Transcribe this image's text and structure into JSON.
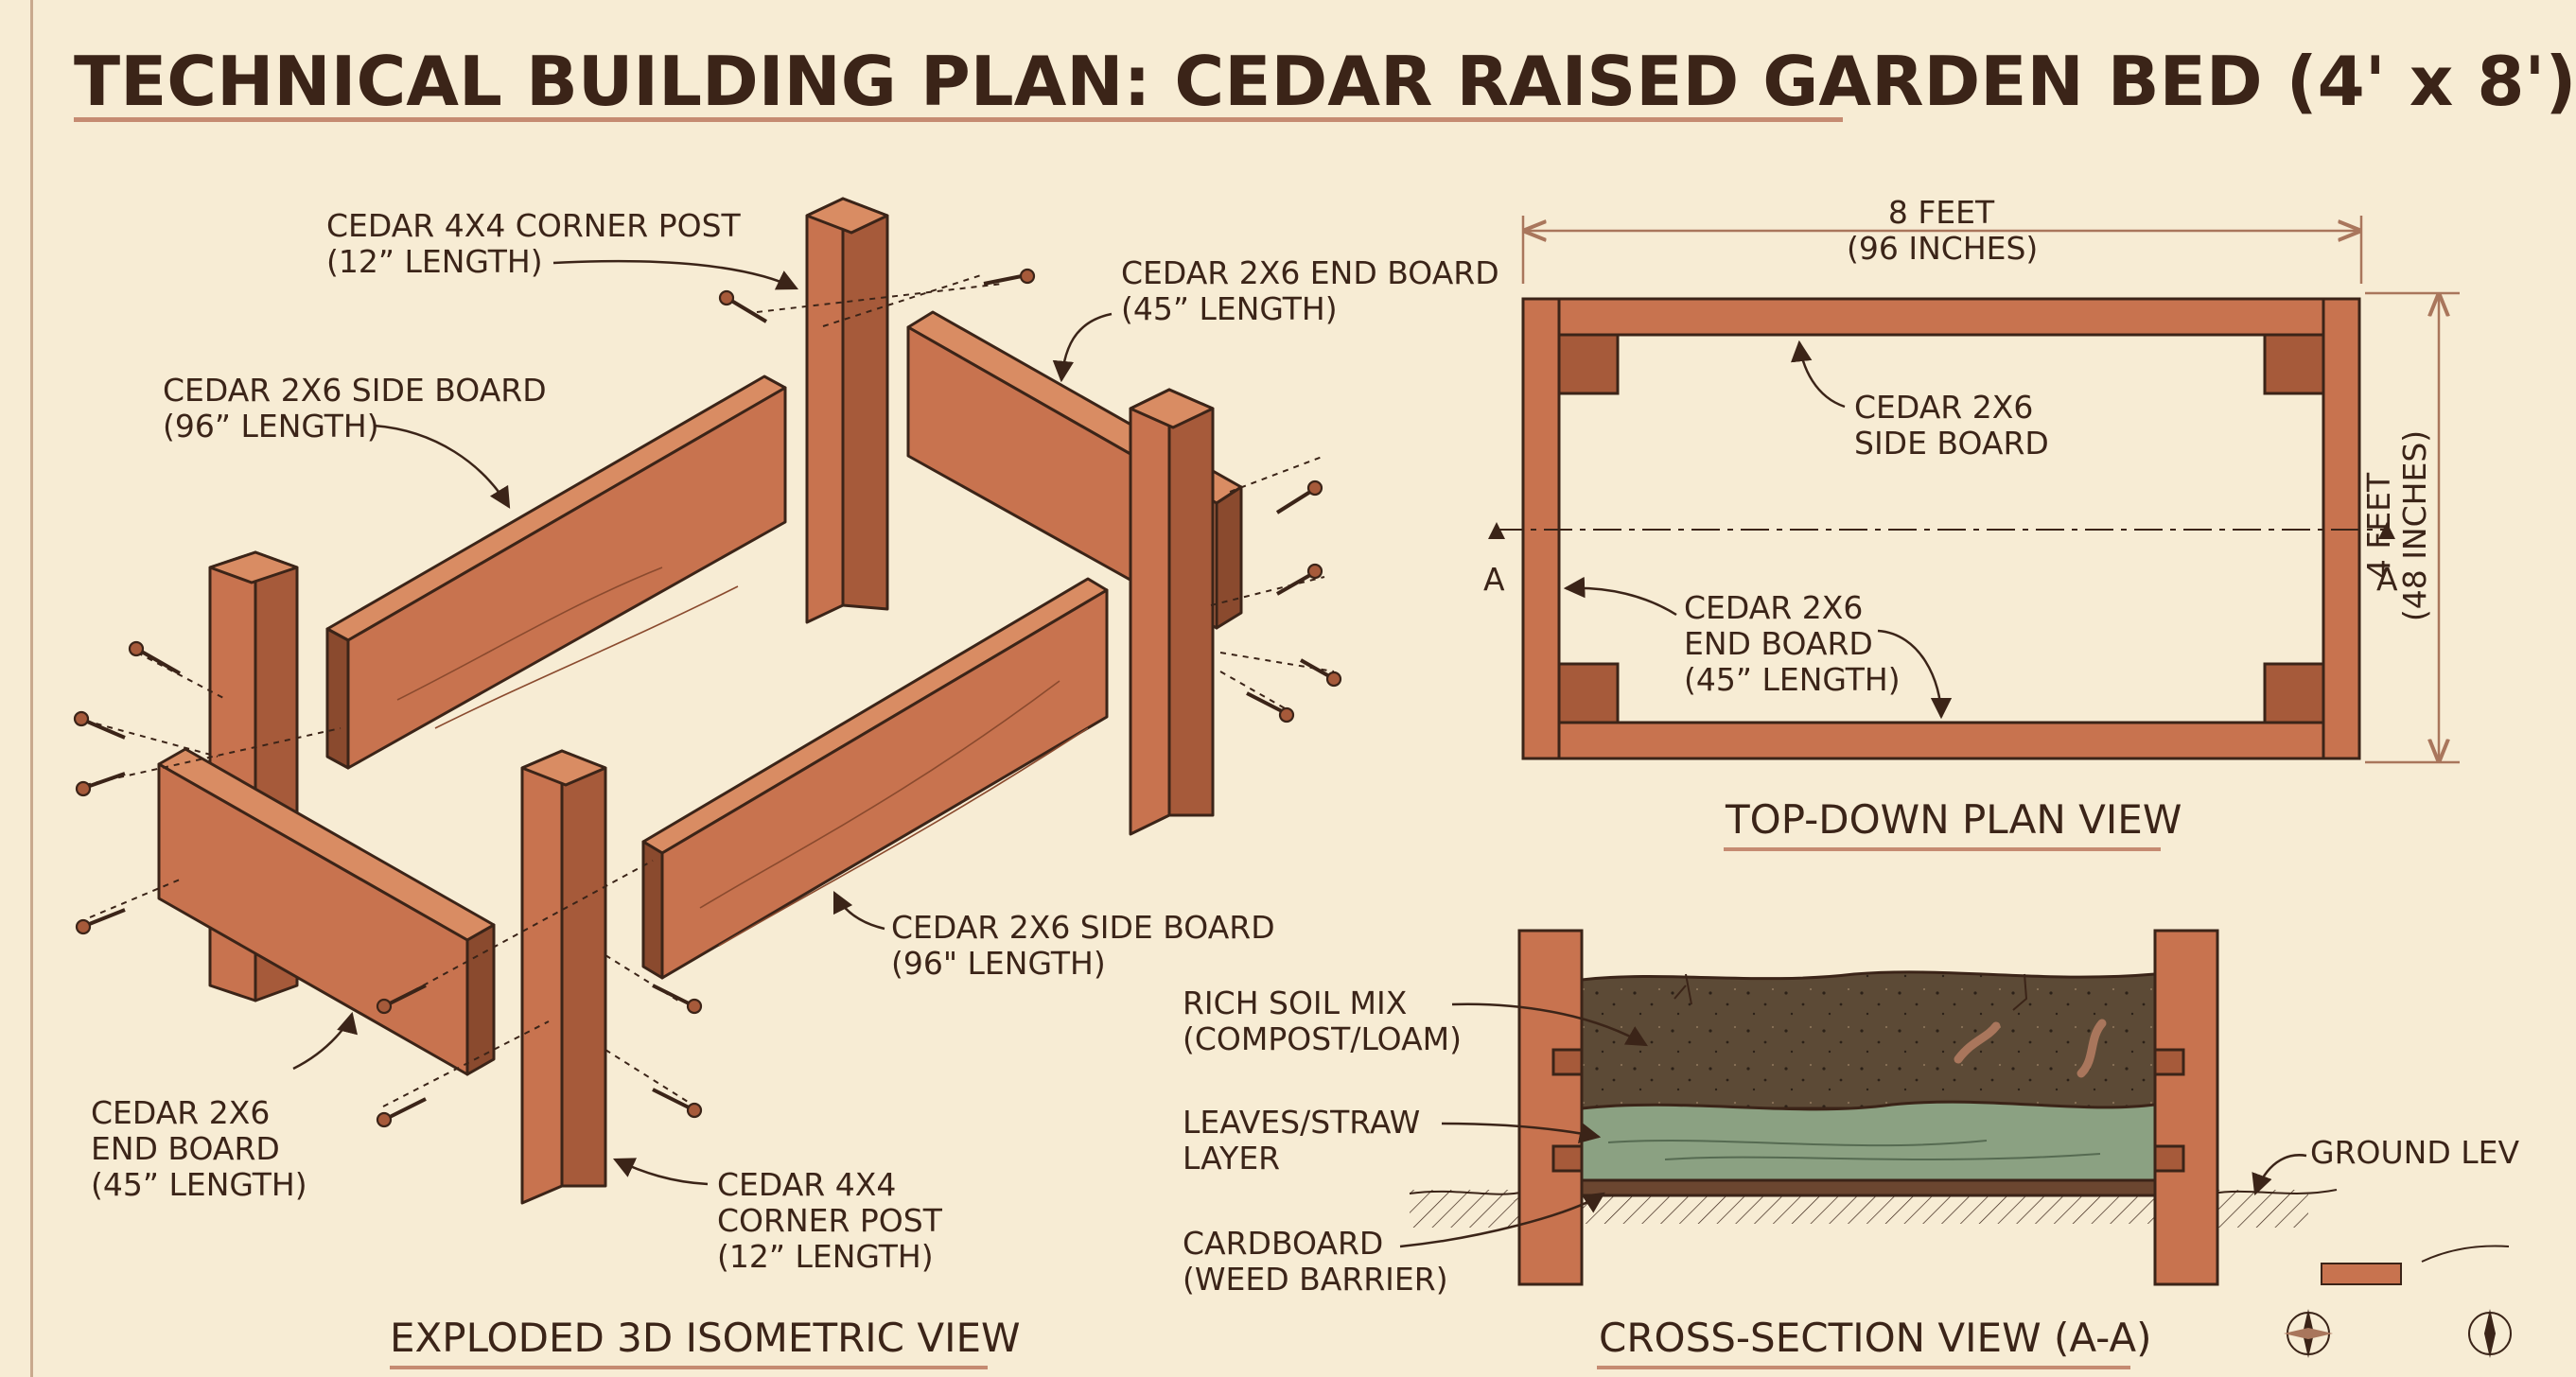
{
  "title": "TECHNICAL BUILDING PLAN: CEDAR RAISED GARDEN BED (4' x 8')",
  "colors": {
    "wood": "#c8734f",
    "wood_dark": "#8a4a2e",
    "wood_light": "#d98c63",
    "ink": "#3b2418",
    "paper": "#f7ecd4",
    "soil": "#5c4a36",
    "straw": "#8ba182",
    "cardboard": "#6b4630",
    "accent_rule": "#c58b72"
  },
  "isometric": {
    "view_title": "EXPLODED 3D ISOMETRIC VIEW",
    "labels": {
      "corner_post_top": [
        "CEDAR 4x4 CORNER POST",
        "(12” LENGTH)"
      ],
      "end_board_top": [
        "CEDAR 2x6 END BOARD",
        "(45” LENGTH)"
      ],
      "side_board_top": [
        "CEDAR 2x6 SIDE BOARD",
        "(96” LENGTH)"
      ],
      "side_board_bottom": [
        "CEDAR 2x6 SIDE BOARD",
        "(96\" LENGTH)"
      ],
      "end_board_bottom": [
        "CEDAR 2x6",
        "END BOARD",
        "(45” LENGTH)"
      ],
      "corner_post_bottom": [
        "CEDAR 4x4",
        "CORNER POST",
        "(12” LENGTH)"
      ]
    }
  },
  "plan": {
    "view_title": "TOP-DOWN PLAN VIEW",
    "width_label": [
      "8 FEET",
      "(96 INCHES)"
    ],
    "height_label": [
      "4 FEET",
      "(48 INCHES)"
    ],
    "section_marker": "A",
    "side_board_label": [
      "CEDAR 2x6",
      "SIDE BOARD"
    ],
    "end_board_label": [
      "CEDAR 2x6",
      "END BOARD",
      "(45” LENGTH)"
    ]
  },
  "section": {
    "view_title": "CROSS-SECTION VIEW (A-A)",
    "soil_label": [
      "RICH SOIL MIX",
      "(COMPOST/LOAM)"
    ],
    "leaves_label": [
      "LEAVES/STRAW",
      "LAYER"
    ],
    "cardboard_label": [
      "CARDBOARD",
      "(WEED BARRIER)"
    ],
    "ground_label": "GROUND LEV"
  }
}
